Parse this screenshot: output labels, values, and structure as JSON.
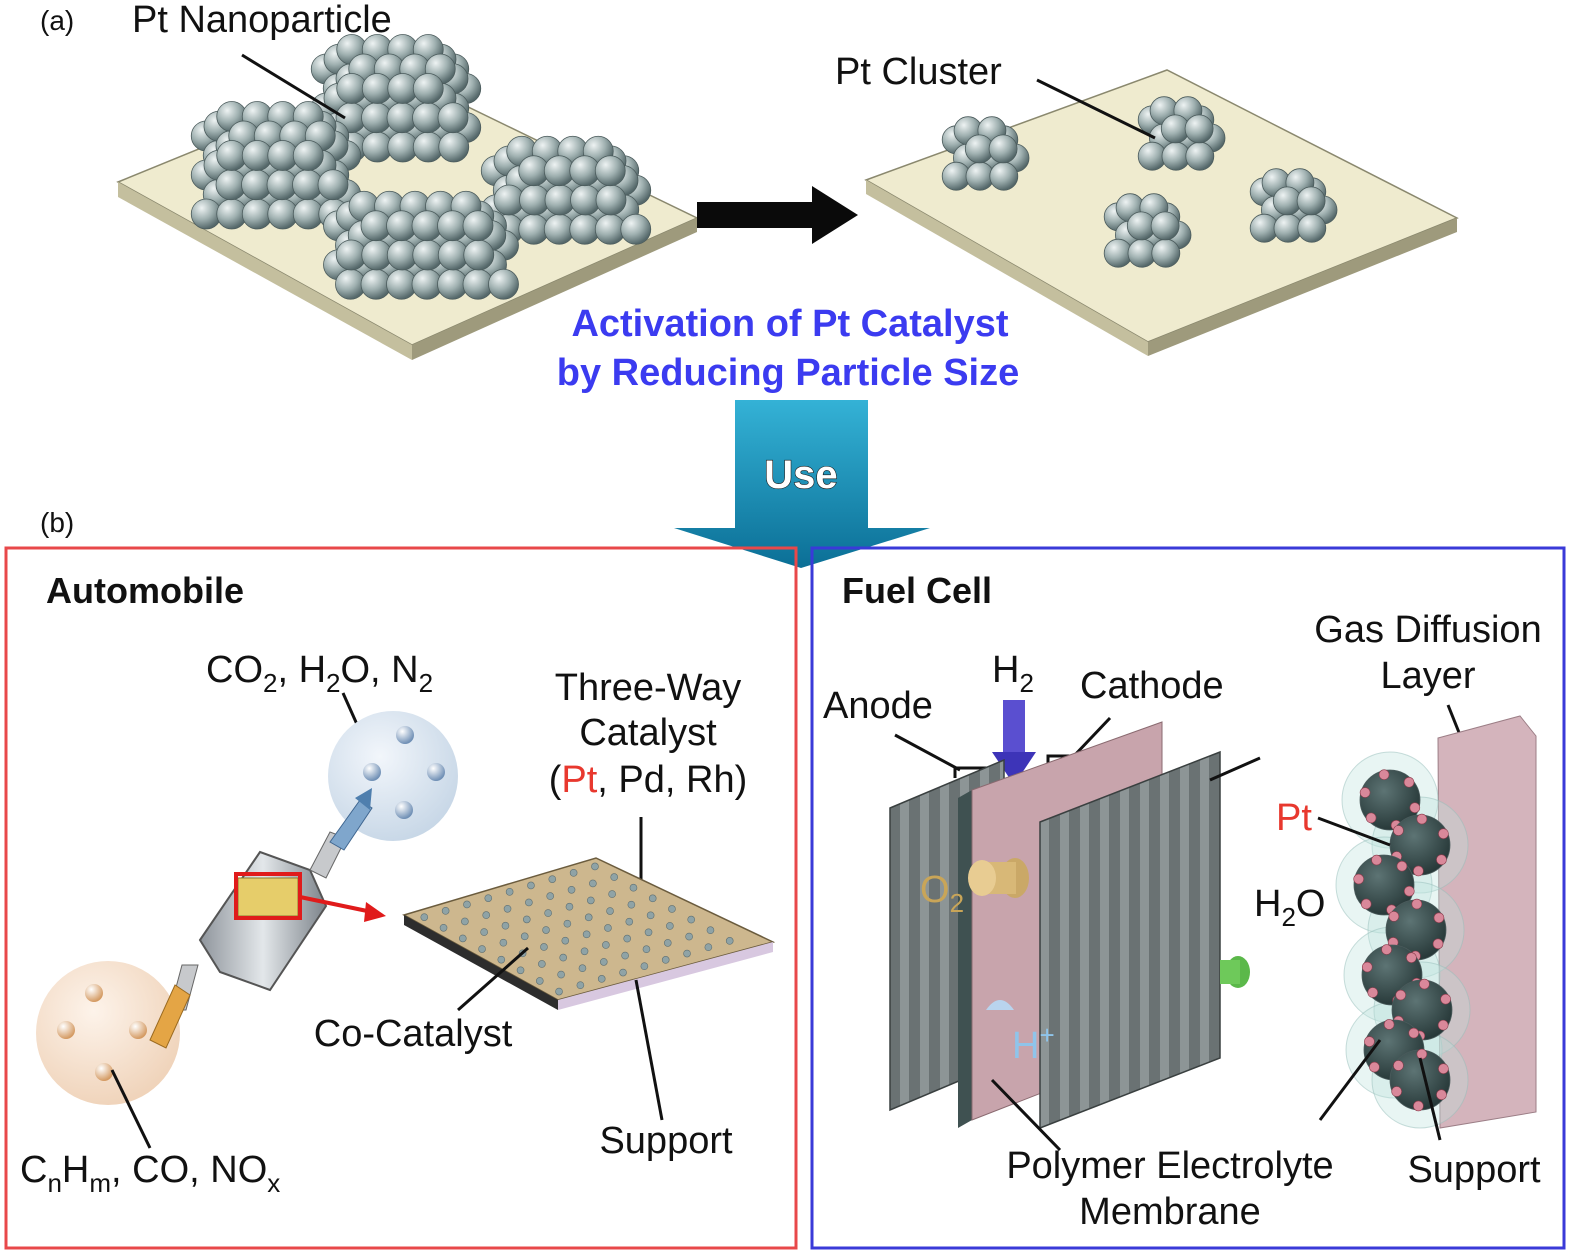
{
  "panel_a": {
    "tag": "(a)",
    "pt_nanoparticle": "Pt Nanoparticle",
    "pt_cluster": "Pt Cluster",
    "caption_line1": "Activation of Pt Catalyst",
    "caption_line2": "by Reducing Particle Size"
  },
  "use_arrow": {
    "label": "Use"
  },
  "panel_b": {
    "tag": "(b)",
    "automobile": {
      "title": "Automobile",
      "products": {
        "co": "CO",
        "co_sub": "2",
        "h": ", H",
        "h_sub": "2",
        "o": "O, N",
        "n_sub": "2"
      },
      "three_way_line1": "Three-Way",
      "three_way_line2": "Catalyst",
      "metals_open": "(",
      "metals_pt": "Pt",
      "metals_rest": ", Pd, Rh)",
      "co_catalyst": "Co-Catalyst",
      "support": "Support",
      "reactants": {
        "c": "C",
        "n_sub": "n",
        "h": "H",
        "m_sub": "m",
        "rest": ", CO, NO",
        "x_sub": "x"
      }
    },
    "fuel_cell": {
      "title": "Fuel Cell",
      "h2": "H",
      "h2_sub": "2",
      "anode": "Anode",
      "cathode": "Cathode",
      "gdl_line1": "Gas Diffusion",
      "gdl_line2": "Layer",
      "pt": "Pt",
      "h2o": "H",
      "h2o_sub": "2",
      "h2o_o": "O",
      "o2": "O",
      "o2_sub": "2",
      "hplus": "H",
      "hplus_sup": "+",
      "pem_line1": "Polymer Electrolyte",
      "pem_line2": "Membrane",
      "support": "Support"
    }
  },
  "colors": {
    "automobile_frame": "#e8484a",
    "fuel_cell_frame": "#3a3ad8",
    "caption_blue": "#3b3bf0",
    "pt_red": "#e8382e",
    "use_arrow": "#1d8cb4"
  }
}
